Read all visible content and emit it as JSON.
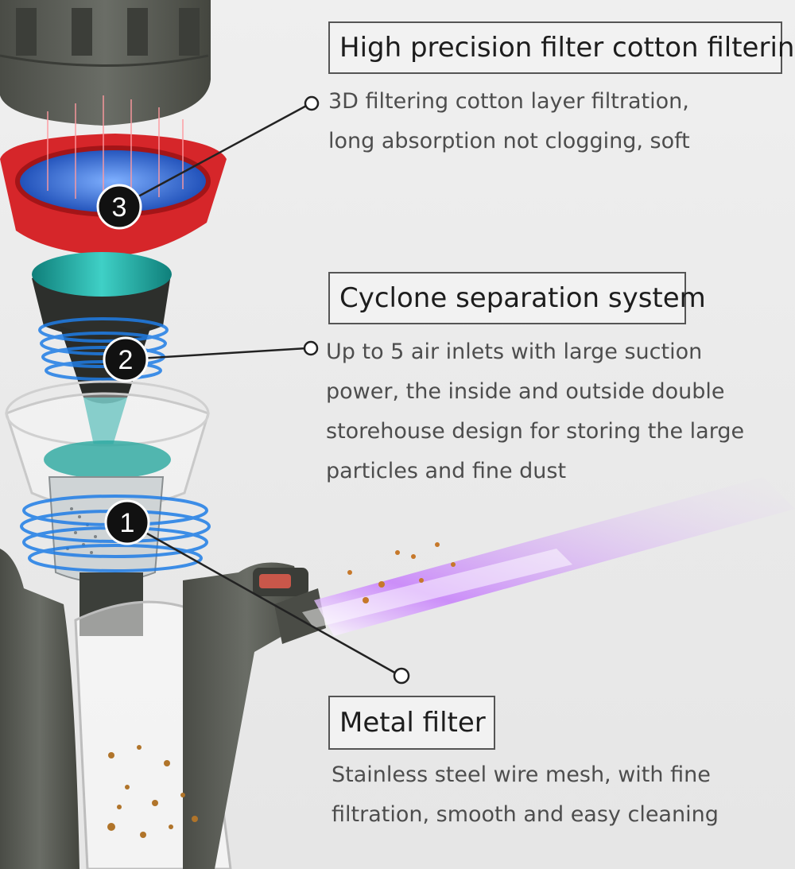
{
  "features": [
    {
      "number": "3",
      "title": "High precision filter cotton filtering",
      "description_lines": [
        "3D filtering cotton layer filtration,",
        "long absorption not clogging, soft"
      ]
    },
    {
      "number": "2",
      "title": "Cyclone separation system",
      "description_lines": [
        "Up to 5 air inlets with large suction",
        "power, the inside and outside double",
        "storehouse design for storing the large",
        "particles and fine dust"
      ]
    },
    {
      "number": "1",
      "title": "Metal filter",
      "description_lines": [
        "Stainless steel wire mesh, with fine",
        "filtration, smooth and easy cleaning"
      ]
    }
  ],
  "colors": {
    "body_gray": "#5c5f58",
    "filter_red": "#d6262a",
    "mesh_blue": "#2f6fd9",
    "swirl_blue": "#1f7de6",
    "teal": "#1fa6a0",
    "air_purple": "#b04ee0"
  }
}
